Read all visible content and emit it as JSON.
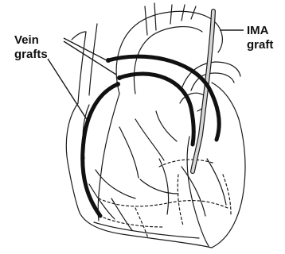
{
  "labels": {
    "vein": {
      "line1": "Vein",
      "line2": "grafts"
    },
    "ima": {
      "line1": "IMA",
      "line2": "graft"
    }
  },
  "colors": {
    "outline": "#1a1a1a",
    "graft": "#111111",
    "ima_fill": "#d6d6d6",
    "background": "#ffffff"
  }
}
